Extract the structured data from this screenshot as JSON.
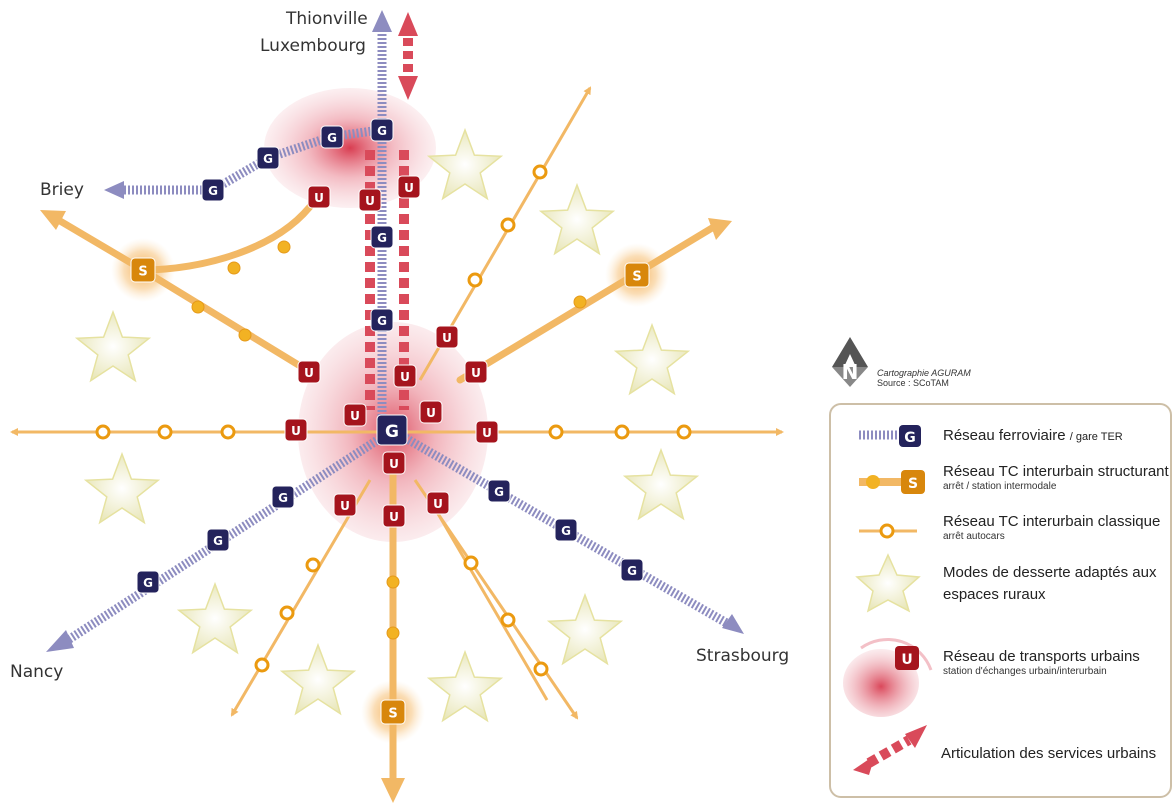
{
  "cities": {
    "north": [
      "Thionville",
      "Luxembourg"
    ],
    "west_north": "Briey",
    "south_west": "Nancy",
    "south_east": "Strasbourg"
  },
  "credits": {
    "cartography": "Cartographie AGURAM",
    "source": "Source : SCoTAM"
  },
  "legend": {
    "rail": {
      "label": "Réseau ferroviaire",
      "sub": "/ gare TER",
      "glyph": "G"
    },
    "tc_structurant": {
      "label": "Réseau TC interurbain structurant",
      "sub": "arrêt / station intermodale",
      "glyph": "S"
    },
    "tc_classique": {
      "label": "Réseau TC interurbain classique",
      "sub": "arrêt autocars"
    },
    "rural": {
      "label_line1": "Modes de desserte adaptés aux",
      "label_line2": "espaces ruraux"
    },
    "urbain": {
      "label": "Réseau de transports urbains",
      "sub": "station d'échanges urbain/interurbain",
      "glyph": "U"
    },
    "articulation": {
      "label": "Articulation des services urbains"
    }
  },
  "map_symbols": {
    "rail_station": "G",
    "structuring_station": "S",
    "urban_station": "U",
    "north_arrow": "N"
  },
  "colors": {
    "rail_navy": "#24235c",
    "urban_red": "#a5141d",
    "structuring_orange": "#d8870c",
    "bus_line": "#f2b865",
    "urban_halo": "#d63a4f",
    "rail_stripe": "#8d8cc0",
    "rural_star": "#f3f1d2"
  },
  "icons": [
    "north-arrow-icon",
    "star-icon",
    "double-arrow-icon"
  ]
}
